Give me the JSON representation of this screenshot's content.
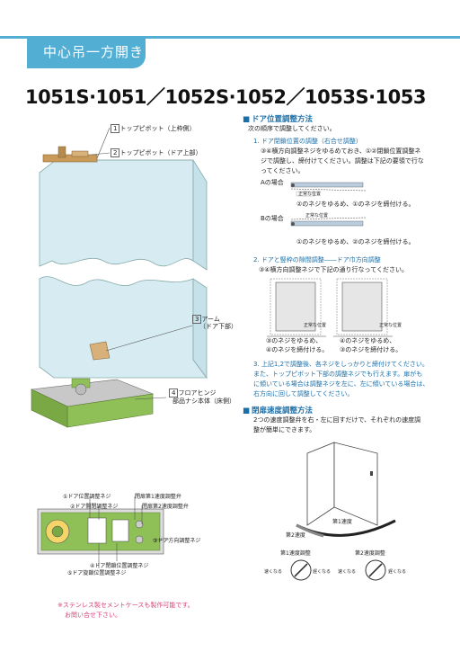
{
  "header": {
    "tab_label": "中心吊一方開き"
  },
  "title": "1051S·1051／1052S·1052／1053S·1053",
  "left_labels": {
    "top_pivot_upper": "トップピボット（上枠側）",
    "top_pivot_upper_num": "1",
    "top_pivot_door": "トップピボット（ドア上部）",
    "top_pivot_door_num": "2",
    "arm": "アーム",
    "arm_sub": "（ドア下部）",
    "arm_num": "3",
    "floor_hinge": "フロアヒンジ",
    "floor_hinge_sub": "部品ナシ本体（床側）",
    "floor_hinge_num": "4"
  },
  "bottom_labels": {
    "l1": "①ドア位置調整ネジ",
    "l2": "②ドア開閉調整ネジ",
    "l3": "閉扉第1速度調整弁",
    "l4": "閉扉第2速度調整弁",
    "l5": "③ドア方向調整ネジ",
    "l6": "④ドア閉鎖位置調整ネジ",
    "l7": "⑤ドア旋鎖位置調整ネジ"
  },
  "footnote": [
    "※ステンレス製セメントケースも製作可能です。",
    "お問い合せ下さい。"
  ],
  "right": {
    "sec1_title": "ドア位置調整方法",
    "sec1_intro": "次の順序で調整してください。",
    "step1_head": "1. ドア閉鎖位置の調整（右合せ調整）",
    "step1_body": [
      "③④横方向調整ネジをゆるめておき、①②閉鎖位置調整ネ",
      "ジで調整し、締付けてください。調整は下記の要領で行な",
      "ってください。"
    ],
    "caseA": "Aの場合",
    "caseA_note1": "②のネジをゆるめ、①のネジを締付ける。",
    "caseB": "Bの場合",
    "caseB_note1": "①のネジをゆるめ、②のネジを締付ける。",
    "correct_pos": "正常な位置",
    "step2_head": "2. ドアと竪枠の隙間調整――ドア巾方向調整",
    "step2_body": "③④横方向調整ネジで下記の通り行なってください。",
    "diag_left_notes": [
      "③のネジをゆるめ、",
      "④のネジを締付ける。"
    ],
    "diag_right_notes": [
      "④のネジをゆるめ、",
      "③のネジを締付ける。"
    ],
    "step3_body": [
      "3. 上記1,2で調整後、各ネジをしっかりと締付けてください。",
      "また、トップピボット下部の調整ネジでも行えます。扉がも",
      "に傾いている場合は調整ネジを左に、左に傾いている場合は、",
      "右方向に回して調整してください。"
    ],
    "sec2_title": "閉扉速度調整方法",
    "sec2_body": [
      "2つの速度調整弁を右・左に回すだけで、それぞれの速度調",
      "整が簡単にできます。"
    ],
    "speed1": "第1速度",
    "speed2": "第2速度",
    "valve1": "第1速度調整",
    "valve2": "第2速度調整",
    "slow": "速くなる",
    "fast": "遅くなる"
  },
  "colors": {
    "accent": "#52aed3",
    "heading": "#1b6fa8",
    "pink": "#d4457a",
    "green": "#7fb14a"
  }
}
